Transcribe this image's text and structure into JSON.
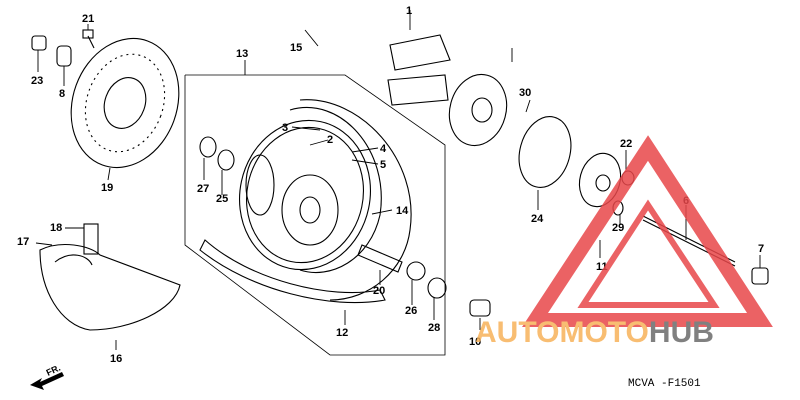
{
  "diagram": {
    "part_numbers": [
      "1",
      "2",
      "3",
      "4",
      "5",
      "6",
      "7",
      "8",
      "10",
      "11",
      "12",
      "13",
      "14",
      "15",
      "16",
      "17",
      "18",
      "19",
      "20",
      "21",
      "22",
      "23",
      "24",
      "25",
      "26",
      "27",
      "28",
      "29",
      "30"
    ],
    "front_arrow_label": "FR.",
    "drawing_code": "MCVA -F1501"
  },
  "watermark": {
    "text_prefix": "AUTO",
    "text_middle": "MOTO",
    "text_suffix": "HUB",
    "colors": {
      "triangle": "#e8474a",
      "orange": "#f7b25a",
      "gray": "#6b6b6b"
    }
  }
}
